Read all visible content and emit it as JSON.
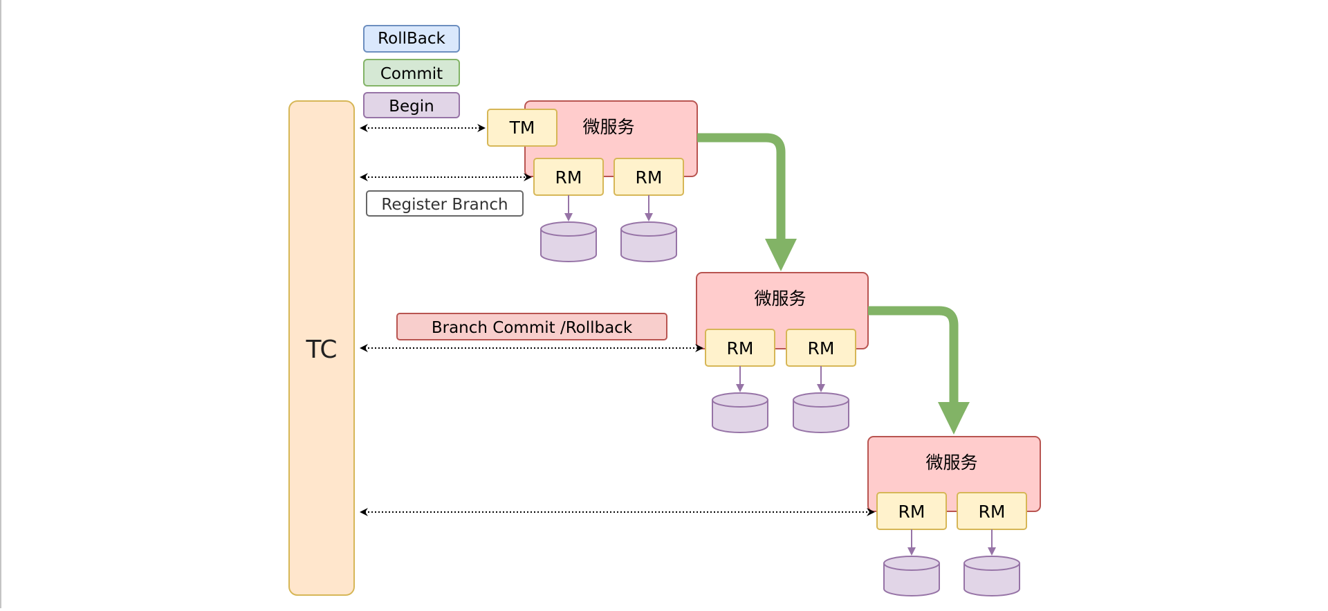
{
  "diagram": {
    "tc_label": "TC",
    "legend": {
      "rollback": "RollBack",
      "commit": "Commit",
      "begin": "Begin"
    },
    "register_branch": "Register Branch",
    "branch_commit_rollback": "Branch Commit /Rollback",
    "tm_label": "TM",
    "services": [
      {
        "name": "微服务",
        "rms": [
          "RM",
          "RM"
        ],
        "has_tm": true
      },
      {
        "name": "微服务",
        "rms": [
          "RM",
          "RM"
        ],
        "has_tm": false
      },
      {
        "name": "微服务",
        "rms": [
          "RM",
          "RM"
        ],
        "has_tm": false
      }
    ]
  },
  "colors": {
    "tc_fill": "#ffe6cc",
    "tc_stroke": "#d6b656",
    "service_fill": "#ffcccc",
    "service_stroke": "#b85450",
    "rm_fill": "#fff2cc",
    "rm_stroke": "#d6b656",
    "db_fill": "#e1d5e7",
    "db_stroke": "#9673a6",
    "flow_arrow": "#82b366",
    "rollback_fill": "#dae8fc",
    "rollback_stroke": "#6c8ebf",
    "commit_fill": "#d5e8d4",
    "commit_stroke": "#82b366",
    "begin_fill": "#e1d5e7",
    "begin_stroke": "#9673a6",
    "branch_fill": "#f8cecc",
    "branch_stroke": "#b85450",
    "register_stroke": "#666666"
  }
}
